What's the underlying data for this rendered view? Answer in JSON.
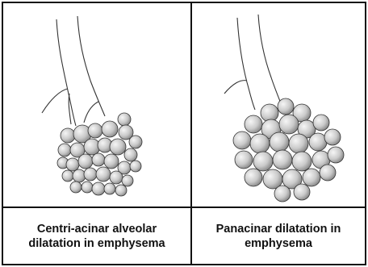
{
  "panels": [
    {
      "id": "centri-acinar",
      "caption": "Centri-acinar alveolar dilatation in emphysema"
    },
    {
      "id": "panacinar",
      "caption": "Panacinar dilatation in emphysema"
    }
  ],
  "colors": {
    "border": "#111111",
    "alveolus_light": "#f4f4f4",
    "alveolus_dark": "#8a8a8a",
    "outline": "#333333"
  }
}
